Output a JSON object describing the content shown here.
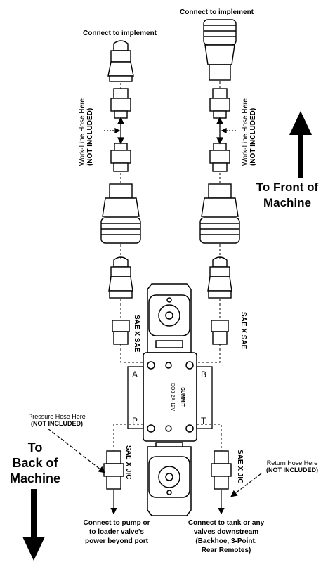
{
  "labels": {
    "connect_left": "Connect to implement",
    "connect_right": "Connect to implement",
    "workline_left_1": "Work-Line Hose Here",
    "workline_left_2": "(NOT INCLUDED)",
    "workline_right_1": "Work-Line Hose Here",
    "workline_right_2": "(NOT INCLUDED)",
    "to_front": [
      "To Front of",
      "Machine"
    ],
    "to_back": [
      "To",
      "Back of",
      "Machine"
    ],
    "sae_sae_left": "SAE X SAE",
    "sae_sae_right": "SAE X SAE",
    "sae_jic_left": "SAE X JIC",
    "sae_jic_right": "SAE X JIC",
    "pressure_hose_1": "Pressure Hose Here",
    "pressure_hose_2": "(NOT INCLUDED)",
    "return_hose_1": "Return Hose Here",
    "return_hose_2": "(NOT INCLUDED)",
    "connect_pump": [
      "Connect to pump or",
      "to loader valve's",
      "power beyond port"
    ],
    "connect_tank": [
      "Connect to tank or any",
      "valves downstream",
      "(Backhoe, 3-Point,",
      "Rear Remotes)"
    ]
  },
  "ports": {
    "a": "A",
    "b": "B",
    "p": "P",
    "t": "T"
  },
  "valve_text": {
    "model": "DO3-2A-12V",
    "brand": "SUMMIT"
  },
  "colors": {
    "line": "#000000",
    "background": "#ffffff",
    "fill": "#ffffff"
  }
}
